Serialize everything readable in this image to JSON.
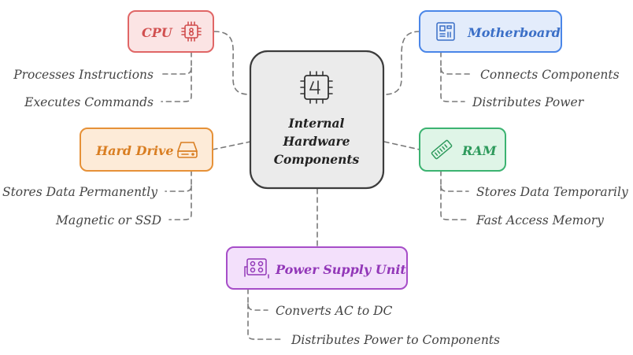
{
  "center": {
    "lines": [
      "Internal",
      "Hardware",
      "Components"
    ]
  },
  "nodes": {
    "cpu": {
      "label": "CPU",
      "icon": "cpu-chip-icon",
      "color": "#e06666",
      "fill": "#fbe4e4",
      "items": [
        "Processes Instructions",
        "Executes Commands"
      ]
    },
    "motherboard": {
      "label": "Motherboard",
      "icon": "circuit-board-icon",
      "color": "#4a86e8",
      "fill": "#e3ecfb",
      "items": [
        "Connects Components",
        "Distributes Power"
      ]
    },
    "harddrive": {
      "label": "Hard Drive",
      "icon": "hard-drive-icon",
      "color": "#e69138",
      "fill": "#fdebd8",
      "items": [
        "Stores Data Permanently",
        "Magnetic or SSD"
      ]
    },
    "ram": {
      "label": "RAM",
      "icon": "memory-stick-icon",
      "color": "#3cb371",
      "fill": "#dff5e7",
      "items": [
        "Stores Data Temporarily",
        "Fast Access Memory"
      ]
    },
    "psu": {
      "label": "Power Supply Unit",
      "icon": "power-supply-icon",
      "color": "#a64dc8",
      "fill": "#f3e0fb",
      "items": [
        "Converts AC to DC",
        "Distributes Power to Components"
      ]
    }
  }
}
